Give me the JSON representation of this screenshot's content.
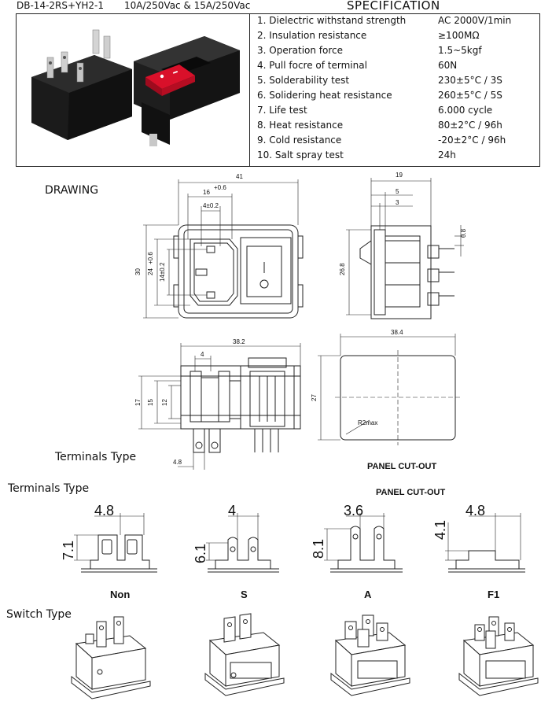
{
  "header": {
    "model": "DB-14-2RS+YH2-1",
    "rating": "10A/250Vac & 15A/250Vac",
    "spec_title": "SPECIFICATION"
  },
  "spec": [
    {
      "name": "1. Dielectric withstand strength",
      "value": "AC 2000V/1min"
    },
    {
      "name": "2.  Insulation resistance",
      "value": "≥100MΩ"
    },
    {
      "name": "3.  Operation force",
      "value": "1.5~5kgf"
    },
    {
      "name": "4.  Pull focre of terminal",
      "value": "60N"
    },
    {
      "name": "5.  Solderability test",
      "value": "230±5°C / 3S"
    },
    {
      "name": "6.  Solidering heat resistance",
      "value": "260±5°C / 5S"
    },
    {
      "name": "7.  Life test",
      "value": "6.000 cycle"
    },
    {
      "name": "8.  Heat resistance",
      "value": "80±2°C / 96h"
    },
    {
      "name": "9.  Cold resistance",
      "value": "-20±2°C / 96h"
    },
    {
      "name": "10. Salt spray test",
      "value": "24h"
    }
  ],
  "drawing": {
    "label": "DRAWING",
    "front": {
      "w": "41",
      "d16": "16",
      "d16tol": "+0.6",
      "d4": "4±0.2",
      "h30": "30",
      "h24": "24",
      "h24tol": "+0.6",
      "h14": "14±0.2"
    },
    "side": {
      "w19": "19",
      "d5": "5",
      "d3": "3",
      "d08": "0.8",
      "h268": "26.8"
    },
    "bottom": {
      "w382": "38.2",
      "d4": "4",
      "h17": "17",
      "h15": "15",
      "h12": "12",
      "w48": "4.8"
    },
    "cutout": {
      "w384": "38.4",
      "h27": "27",
      "r": "R2max",
      "caption": "PANEL CUT-OUT"
    },
    "terminals_label": "Terminals Type"
  },
  "terminals": {
    "label": "Terminals Type",
    "caption": "PANEL CUT-OUT",
    "types": [
      {
        "name": "Non",
        "width": "4.8",
        "height": "7.1"
      },
      {
        "name": "S",
        "width": "4",
        "height": "6.1"
      },
      {
        "name": "A",
        "width": "3.6",
        "height": "8.1"
      },
      {
        "name": "F1",
        "width": "4.8",
        "height": "4.1"
      }
    ]
  },
  "switch": {
    "label": "Switch Type"
  },
  "colors": {
    "rocker": "#d9102a",
    "body": "#1a1a1a"
  }
}
